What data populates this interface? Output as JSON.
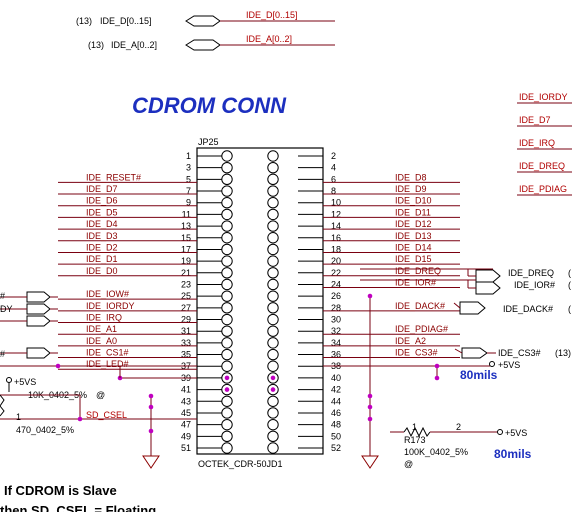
{
  "title": "CDROM CONN",
  "ref": "JP25",
  "part": "OCTEK_CDR-50JD1",
  "top_ports": [
    {
      "prefix": "(13)",
      "name": "IDE_D[0..15]",
      "bus": "IDE_D[0..15]"
    },
    {
      "prefix": "(13)",
      "name": "IDE_A[0..2]",
      "bus": "IDE_A[0..2]"
    }
  ],
  "right_edge_nets": [
    "IDE_IORDY",
    "IDE_D7",
    "IDE_IRQ",
    "IDE_DREQ",
    "IDE_PDIAG"
  ],
  "left_pins": [
    {
      "num": "1",
      "net": ""
    },
    {
      "num": "3",
      "net": ""
    },
    {
      "num": "5",
      "net": "IDE_RESET#"
    },
    {
      "num": "7",
      "net": "IDE_D7"
    },
    {
      "num": "9",
      "net": "IDE_D6"
    },
    {
      "num": "11",
      "net": "IDE_D5"
    },
    {
      "num": "13",
      "net": "IDE_D4"
    },
    {
      "num": "15",
      "net": "IDE_D3"
    },
    {
      "num": "17",
      "net": "IDE_D2"
    },
    {
      "num": "19",
      "net": "IDE_D1"
    },
    {
      "num": "21",
      "net": "IDE_D0"
    },
    {
      "num": "23",
      "net": ""
    },
    {
      "num": "25",
      "net": "IDE_IOW#"
    },
    {
      "num": "27",
      "net": "IDE_IORDY"
    },
    {
      "num": "29",
      "net": "IDE_IRQ"
    },
    {
      "num": "31",
      "net": "IDE_A1"
    },
    {
      "num": "33",
      "net": "IDE_A0"
    },
    {
      "num": "35",
      "net": "IDE_CS1#"
    },
    {
      "num": "37",
      "net": "IDE_LED#"
    },
    {
      "num": "39",
      "net": ""
    },
    {
      "num": "41",
      "net": ""
    },
    {
      "num": "43",
      "net": ""
    },
    {
      "num": "45",
      "net": ""
    },
    {
      "num": "47",
      "net": ""
    },
    {
      "num": "49",
      "net": ""
    },
    {
      "num": "51",
      "net": ""
    }
  ],
  "right_pins": [
    {
      "num": "2",
      "net": ""
    },
    {
      "num": "4",
      "net": ""
    },
    {
      "num": "6",
      "net": "IDE_D8"
    },
    {
      "num": "8",
      "net": "IDE_D9"
    },
    {
      "num": "10",
      "net": "IDE_D10"
    },
    {
      "num": "12",
      "net": "IDE_D11"
    },
    {
      "num": "14",
      "net": "IDE_D12"
    },
    {
      "num": "16",
      "net": "IDE_D13"
    },
    {
      "num": "18",
      "net": "IDE_D14"
    },
    {
      "num": "20",
      "net": "IDE_D15"
    },
    {
      "num": "22",
      "net": "IDE_DREQ"
    },
    {
      "num": "24",
      "net": "IDE_IOR#"
    },
    {
      "num": "26",
      "net": ""
    },
    {
      "num": "28",
      "net": "IDE_DACK#"
    },
    {
      "num": "30",
      "net": ""
    },
    {
      "num": "32",
      "net": "IDE_PDIAG#"
    },
    {
      "num": "34",
      "net": "IDE_A2"
    },
    {
      "num": "36",
      "net": "IDE_CS3#"
    },
    {
      "num": "38",
      "net": ""
    },
    {
      "num": "40",
      "net": ""
    },
    {
      "num": "42",
      "net": ""
    },
    {
      "num": "44",
      "net": ""
    },
    {
      "num": "46",
      "net": ""
    },
    {
      "num": "48",
      "net": ""
    },
    {
      "num": "50",
      "net": ""
    },
    {
      "num": "52",
      "net": ""
    }
  ],
  "right_ports": {
    "dreq": "IDE_DREQ",
    "dreq_suffix": "(",
    "ior": "IDE_IOR#",
    "ior_suffix": "(",
    "dack": "IDE_DACK#",
    "dack_suffix": "(",
    "cs3": "IDE_CS3#",
    "cs3_suffix": "(13)"
  },
  "left_edge": {
    "l1": "#",
    "l2": "DY",
    "l3": "#"
  },
  "power": {
    "p5v_left": "+5VS",
    "p5v_right1": "+5VS",
    "p5v_r173": "+5VS"
  },
  "widths": {
    "w1": "80mils",
    "w2": "80mils"
  },
  "resistors": {
    "r_left_top": "10K_0402_5%",
    "r_left_top_at": "@",
    "r_left_bot": "470_0402_5%",
    "r_left_pin1": "1",
    "r173_ref": "R173",
    "r173_val": "100K_0402_5%",
    "r173_at": "@",
    "r173_pin1": "1",
    "r173_pin2": "2"
  },
  "sd_csel": "SD_CSEL",
  "notes": [
    "If CDROM is Slave",
    "then SD_CSEL = Floating"
  ]
}
